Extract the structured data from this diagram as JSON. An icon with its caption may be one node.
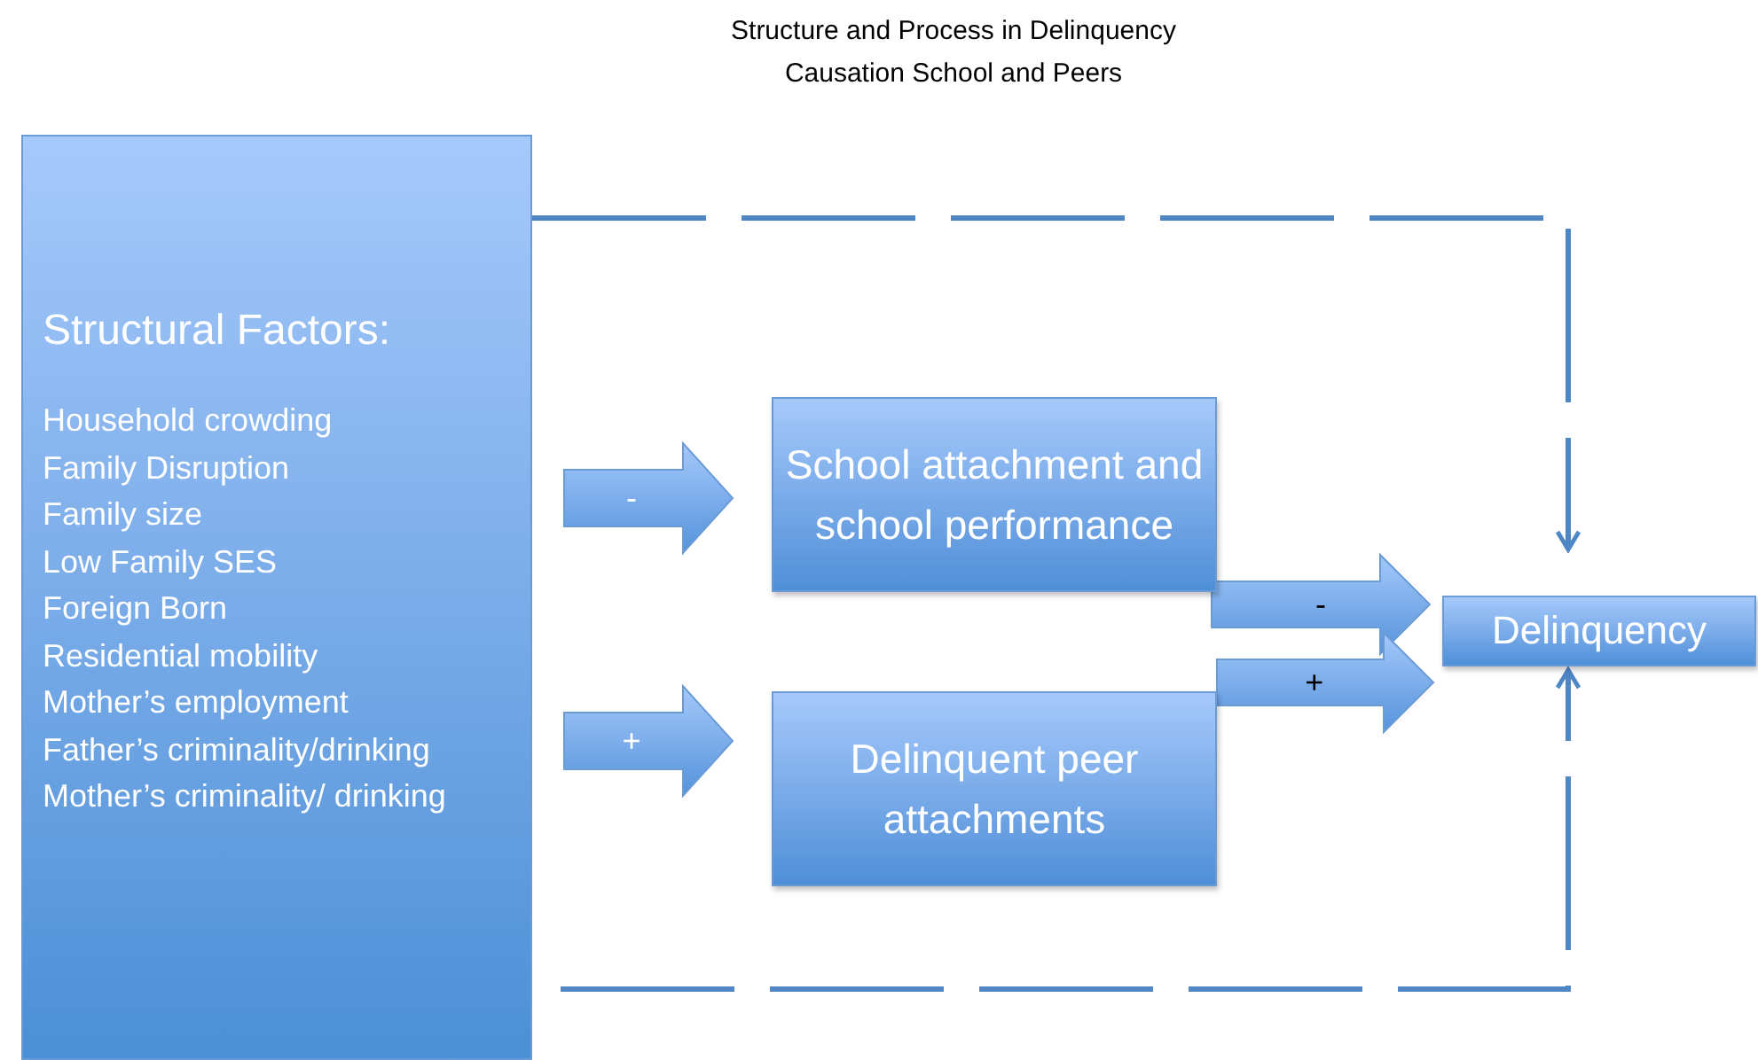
{
  "diagram": {
    "title": "Structure and Process in Delinquency Causation School and Peers",
    "nodes": [
      {
        "text": [
          "Structural Factors:",
          "Household crowding",
          "Family Disruption",
          "Family size",
          "Low Family SES",
          "Foreign Born",
          "Residential mobility",
          "Mother’s employment",
          "Father’s criminality/drinking",
          "Mother’s criminality/ drinking"
        ]
      },
      {
        "text": [
          "School attachment and school performance"
        ]
      },
      {
        "text": [
          "Delinquent peer attachments"
        ]
      },
      {
        "text": [
          "Delinquency"
        ]
      }
    ],
    "edges": [
      {
        "from": 0,
        "to": 1,
        "arrow": "to",
        "label": "-"
      },
      {
        "from": 0,
        "to": 2,
        "arrow": "to",
        "label": "+"
      },
      {
        "from": 1,
        "to": 3,
        "arrow": "to",
        "label": "-"
      },
      {
        "from": 2,
        "to": 3,
        "arrow": "to",
        "label": "+"
      },
      {
        "from": 0,
        "to": 3,
        "arrow": "to",
        "style": "dashed"
      },
      {
        "from": 0,
        "to": 3,
        "arrow": "to",
        "style": "dashed"
      }
    ]
  }
}
